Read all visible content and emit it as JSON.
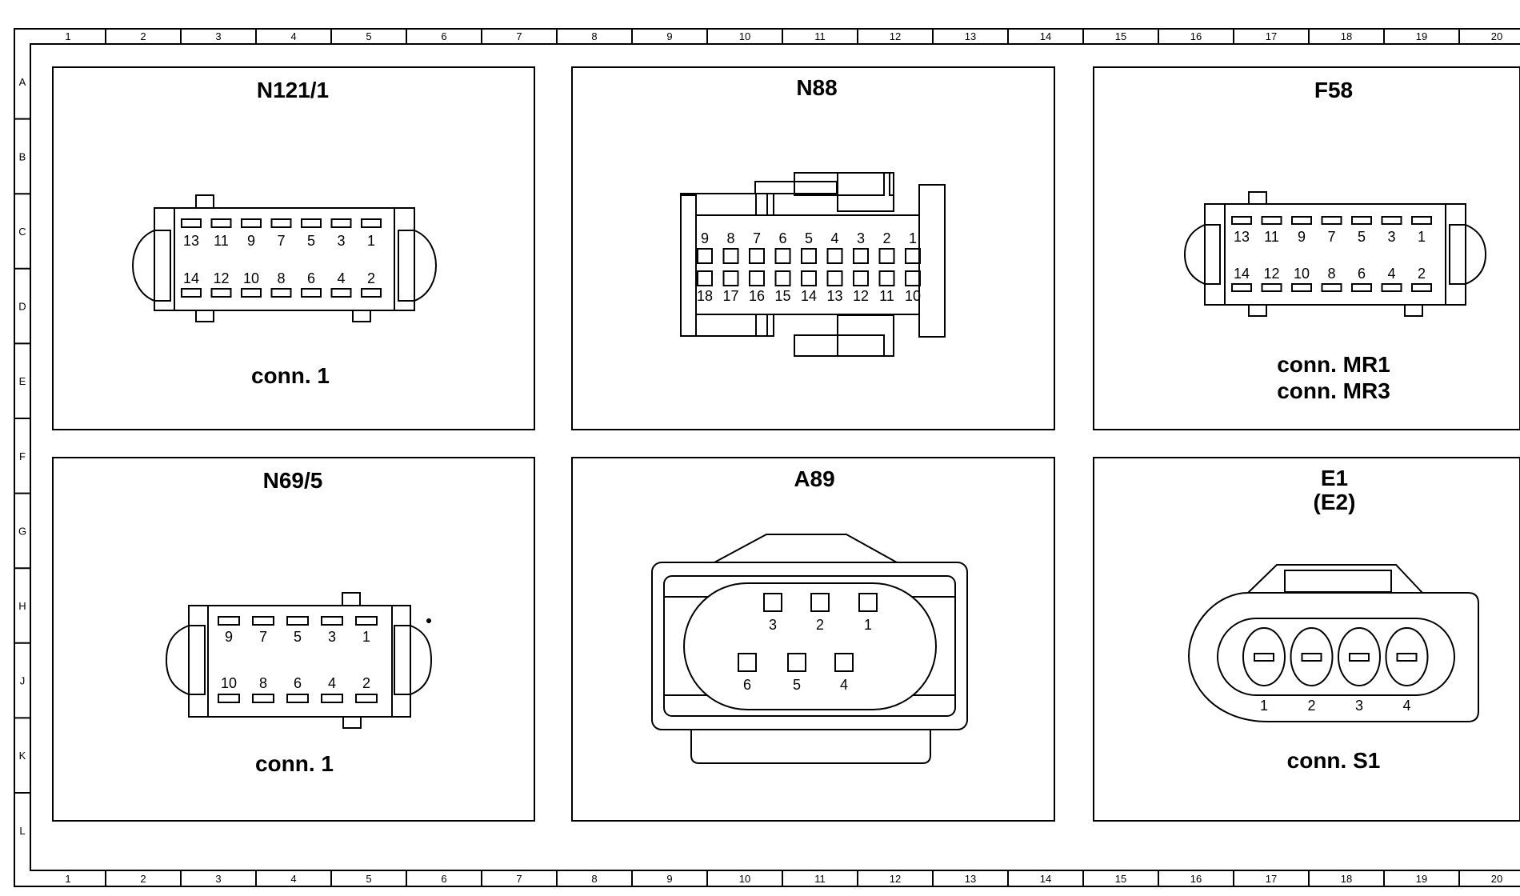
{
  "ruler": {
    "columns": [
      "1",
      "2",
      "3",
      "4",
      "5",
      "6",
      "7",
      "8",
      "9",
      "10",
      "11",
      "12",
      "13",
      "14",
      "15",
      "16",
      "17",
      "18",
      "19",
      "20"
    ],
    "rows": [
      "A",
      "B",
      "C",
      "D",
      "E",
      "F",
      "G",
      "H",
      "J",
      "K",
      "L"
    ]
  },
  "panels": [
    {
      "name": "n121-1-panel",
      "title": "N121/1",
      "caption": [
        "conn. 1"
      ],
      "top_pins": [
        "13",
        "11",
        "9",
        "7",
        "5",
        "3",
        "1"
      ],
      "bottom_pins": [
        "14",
        "12",
        "10",
        "8",
        "6",
        "4",
        "2"
      ]
    },
    {
      "name": "n88-panel",
      "title": "N88",
      "caption": [],
      "top_pins": [
        "9",
        "8",
        "7",
        "6",
        "5",
        "4",
        "3",
        "2",
        "1"
      ],
      "bottom_pins": [
        "18",
        "17",
        "16",
        "15",
        "14",
        "13",
        "12",
        "11",
        "10"
      ]
    },
    {
      "name": "f58-panel",
      "title": "F58",
      "caption": [
        "conn. MR1",
        "conn. MR3"
      ],
      "top_pins": [
        "13",
        "11",
        "9",
        "7",
        "5",
        "3",
        "1"
      ],
      "bottom_pins": [
        "14",
        "12",
        "10",
        "8",
        "6",
        "4",
        "2"
      ]
    },
    {
      "name": "n69-5-panel",
      "title": "N69/5",
      "caption": [
        "conn. 1"
      ],
      "top_pins": [
        "9",
        "7",
        "5",
        "3",
        "1"
      ],
      "bottom_pins": [
        "10",
        "8",
        "6",
        "4",
        "2"
      ]
    },
    {
      "name": "a89-panel",
      "title": "A89",
      "caption": [],
      "top_pins": [
        "3",
        "2",
        "1"
      ],
      "bottom_pins": [
        "6",
        "5",
        "4"
      ]
    },
    {
      "name": "e1-panel",
      "title": "E1",
      "subtitle": "(E2)",
      "caption": [
        "conn. S1"
      ],
      "pins": [
        "1",
        "2",
        "3",
        "4"
      ]
    }
  ]
}
